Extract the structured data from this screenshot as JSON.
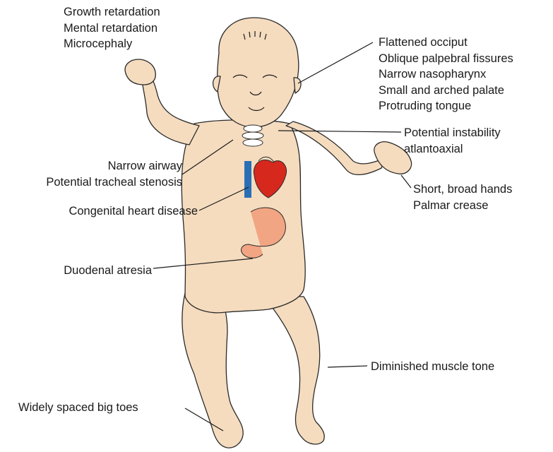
{
  "labels": {
    "head_general": [
      "Growth retardation",
      "Mental retardation",
      "Microcephaly"
    ],
    "head_features": [
      "Flattened occiput",
      "Oblique palpebral fissures",
      "Narrow nasopharynx",
      "Small and arched palate",
      "Protruding tongue"
    ],
    "neck": [
      "Potential instability",
      "atlantoaxial"
    ],
    "airway": [
      "Narrow airway",
      "Potential tracheal stenosis"
    ],
    "hands": [
      "Short, broad hands",
      "Palmar crease"
    ],
    "heart": "Congenital heart disease",
    "duodenum": "Duodenal atresia",
    "muscle": "Diminished muscle tone",
    "toes": "Widely spaced big toes"
  },
  "colors": {
    "skin": "#f5dcbf",
    "outline": "#2a2a2a",
    "heart_red": "#d7281e",
    "vessel_blue": "#2a6fb5",
    "stomach": "#f2a583"
  }
}
